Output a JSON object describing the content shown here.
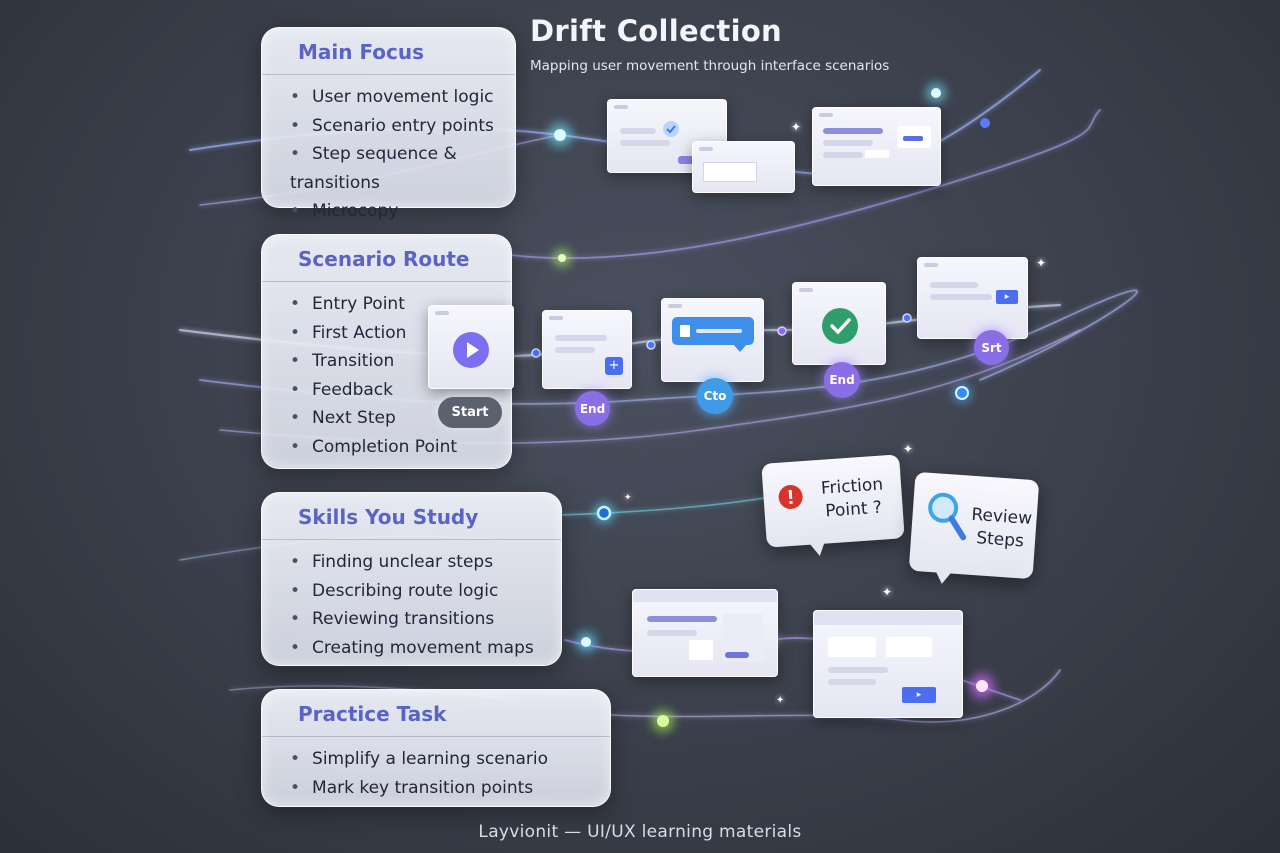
{
  "header": {
    "title": "Drift Collection",
    "subtitle": "Mapping user movement through interface scenarios"
  },
  "sections": {
    "main_focus": {
      "heading": "Main Focus",
      "items": [
        "User movement logic",
        "Scenario entry points",
        "Step sequence & transitions",
        "Microcopy"
      ]
    },
    "scenario_route": {
      "heading": "Scenario Route",
      "items": [
        "Entry Point",
        "First Action",
        "Transition",
        "Feedback",
        "Next Step",
        "Completion Point"
      ]
    },
    "skills": {
      "heading": "Skills You Study",
      "items": [
        "Finding unclear steps",
        "Describing route logic",
        "Reviewing transitions",
        "Creating movement maps"
      ]
    },
    "practice": {
      "heading": "Practice Task",
      "items": [
        "Simplify a learning scenario",
        "Mark key transition points"
      ]
    }
  },
  "route_nodes": {
    "start": "Start",
    "end_1": "End",
    "cta": "Cto",
    "end_2": "End",
    "start_2": "Srt"
  },
  "callouts": {
    "friction_line1": "Friction",
    "friction_line2": "Point ?",
    "review_line1": "Review",
    "review_line2": "Steps"
  },
  "footer": "Layvionit — UI/UX learning materials",
  "colors": {
    "accent": "#5a64c4",
    "node_purple": "#8a6ee6",
    "cta_blue": "#3f8fe8",
    "check_green": "#2f9e6b",
    "alert_red": "#d9342b"
  },
  "icons": [
    "play-icon",
    "check-icon",
    "plus-icon",
    "alert-icon",
    "magnifier-icon",
    "chat-icon",
    "arrow-icon"
  ]
}
